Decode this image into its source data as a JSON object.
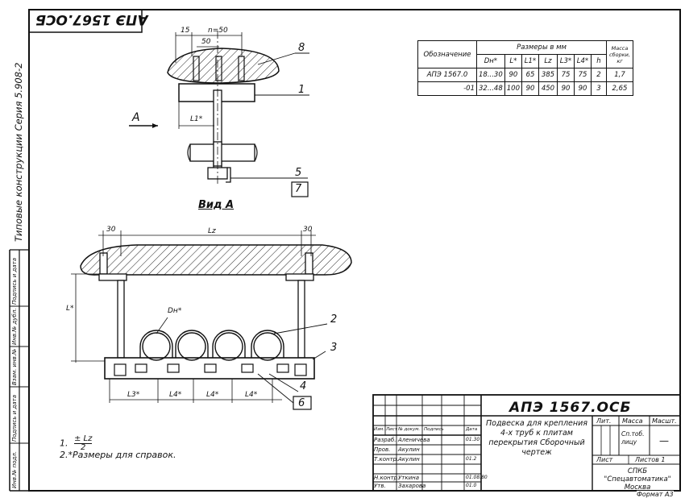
{
  "top_label_stamp": "АПЭ 1567.ОСБ",
  "side_caption": {
    "series": "Типовые конструкции   Серия 5.908-2"
  },
  "side_stamp_labels": [
    "Инв.№ подл.",
    "Подпись и дата",
    "Взам. инв.№",
    "Инв.№ дубл.",
    "Подпись и дата"
  ],
  "top_view": {
    "dim_15": "15",
    "dim_n50": "n=50",
    "dim_50": "50",
    "callout_8": "8",
    "callout_1": "1",
    "callout_5": "5",
    "callout_7": "7",
    "l1": "L1*",
    "arrow_a": "A"
  },
  "view_a": {
    "title": "Вид А",
    "dim_30_left": "30",
    "dim_lz": "Lz",
    "dim_30_right": "30",
    "dim_l": "L*",
    "dim_dn": "Dн*",
    "callout_2": "2",
    "callout_3": "3",
    "callout_4": "4",
    "callout_6": "6",
    "dim_l3": "L3*",
    "dim_l4a": "L4*",
    "dim_l4b": "L4*",
    "dim_l4c": "L4*"
  },
  "dims_table": {
    "header_designation": "Обозначение",
    "header_sizes": "Размеры в мм",
    "header_mass": "Масса сборки, кг",
    "columns": [
      "Dн*",
      "L*",
      "L1*",
      "Lz",
      "L3*",
      "L4*",
      "h"
    ],
    "rows": [
      {
        "designation": "АПЭ 1567.0",
        "values": [
          "18...30",
          "90",
          "65",
          "385",
          "75",
          "75",
          "2"
        ],
        "mass": "1,7"
      },
      {
        "designation": "-01",
        "values": [
          "32...48",
          "100",
          "90",
          "450",
          "90",
          "90",
          "3"
        ],
        "mass": "2,65"
      }
    ]
  },
  "notes": {
    "note1_prefix": "1.",
    "note1_formula_top": "± Lz",
    "note1_formula_bottom": "2",
    "note2": "2.*Размеры для справок."
  },
  "title_block": {
    "doc_code": "АПЭ 1567.ОСБ",
    "description": "Подвеска для крепления 4-х труб к плитам перекрытия Сборочный чертеж",
    "h_lit": "Лит.",
    "h_mass": "Масса",
    "h_scale": "Масшт.",
    "mass_value": "Сп.тоб. лицу",
    "scale_value": "—",
    "sheet_label": "Лист",
    "sheets_label": "Листов 1",
    "org": "СПКБ \"Спецавтоматика\" Москва",
    "row_labels": [
      "Изм.",
      "Лист",
      "№ докум.",
      "Подпись",
      "Дата"
    ],
    "people": [
      {
        "role": "Разраб.",
        "name": "Аленичева",
        "date": "01.30"
      },
      {
        "role": "Пров.",
        "name": "Акулин",
        "date": ""
      },
      {
        "role": "Т.контр.",
        "name": "Акулин",
        "date": "01.2"
      },
      {
        "role": "Н.контр.",
        "name": "Уткина",
        "date": "01.08.80"
      },
      {
        "role": "Утв.",
        "name": "Захарова",
        "date": "01.0"
      }
    ],
    "format": "Формат А3"
  }
}
